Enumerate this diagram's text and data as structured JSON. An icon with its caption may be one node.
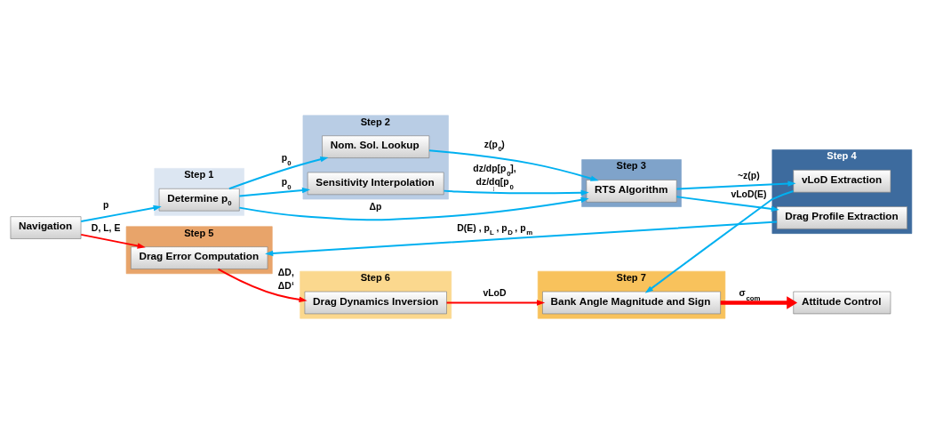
{
  "diagram": {
    "nodes": [
      {
        "text": [
          "Step 1"
        ]
      },
      {
        "text": [
          "Determine p$_{0}$"
        ],
        "in": 0
      },
      {
        "text": [
          "Step 2"
        ]
      },
      {
        "text": [
          "Nom. Sol. Lookup"
        ],
        "in": 2
      },
      {
        "text": [
          "Sensitivity Interpolation"
        ],
        "in": 2
      },
      {
        "text": [
          "Step 3"
        ]
      },
      {
        "text": [
          "RTS Algorithm"
        ],
        "in": 5
      },
      {
        "text": [
          "Step 4"
        ]
      },
      {
        "text": [
          "vLoD Extraction"
        ],
        "in": 7
      },
      {
        "text": [
          "Drag Profile Extraction"
        ],
        "in": 7
      },
      {
        "text": [
          "Step 5"
        ]
      },
      {
        "text": [
          "Drag Error Computation"
        ],
        "in": 10
      },
      {
        "text": [
          "Step 6"
        ]
      },
      {
        "text": [
          "Drag Dynamics Inversion"
        ],
        "in": 12
      },
      {
        "text": [
          "Step 7"
        ]
      },
      {
        "text": [
          "Bank Angle Magnitude and Sign"
        ],
        "in": 14
      },
      {
        "text": [
          "Navigation"
        ]
      },
      {
        "text": [
          "Attitude Control"
        ]
      }
    ],
    "edges": [
      {
        "from": 16,
        "to": 1,
        "arrow": "to",
        "label": "p"
      },
      {
        "from": 1,
        "to": 6,
        "arrow": "to",
        "label": "Δp"
      },
      {
        "from": 1,
        "to": 3,
        "arrow": "to",
        "label": "p$_{0}$"
      },
      {
        "from": 1,
        "to": 4,
        "arrow": "to",
        "label": "p$_{0}$"
      },
      {
        "from": 3,
        "to": 6,
        "arrow": "to",
        "label": "z(p$_{0}$)"
      },
      {
        "from": 4,
        "to": 6,
        "arrow": "to",
        "label": "dz/dp[p$_{0}$], dz/dq[p$_{0}$]"
      },
      {
        "from": 6,
        "to": 8,
        "arrow": "to",
        "label": "~z(p)"
      },
      {
        "from": 6,
        "to": 9,
        "arrow": "to"
      },
      {
        "from": 9,
        "to": 11,
        "arrow": "to",
        "label": "D(E) , p$_{L}$ , p$_{D}$ , p$_{m}$"
      },
      {
        "from": 8,
        "to": 15,
        "arrow": "to",
        "label": "vLoD(E)"
      },
      {
        "from": 16,
        "to": 11,
        "arrow": "to",
        "label": "D, L, E",
        "color": "#ff0000"
      },
      {
        "from": 11,
        "to": 13,
        "arrow": "to",
        "label": "ΔD, ΔD‘",
        "color": "#ff0000"
      },
      {
        "from": 13,
        "to": 15,
        "arrow": "to",
        "label": "vLoD",
        "color": "#ff0000"
      },
      {
        "from": 15,
        "to": 17,
        "arrow": "to",
        "label": "σ$_{com}$",
        "color": "#ff0000",
        "style": "thick"
      }
    ]
  }
}
